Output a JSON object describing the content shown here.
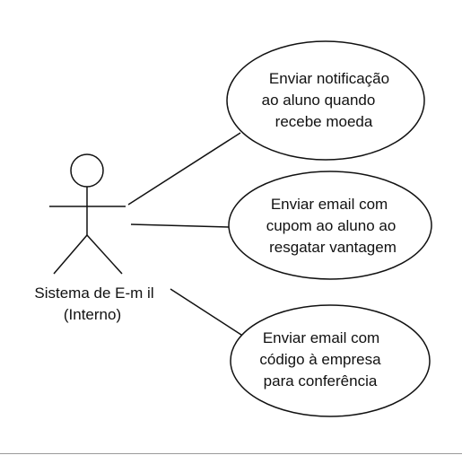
{
  "actor": {
    "name_lines": [
      "Sistema de E-m il",
      "(Interno)"
    ]
  },
  "use_cases": [
    {
      "lines": [
        "Enviar notificação",
        "ao aluno quando",
        "recebe moeda"
      ]
    },
    {
      "lines": [
        "Enviar email com",
        "cupom ao aluno ao",
        "resgatar vantagem"
      ]
    },
    {
      "lines": [
        "Enviar email com",
        "código à empresa",
        "para conferência"
      ]
    }
  ],
  "colors": {
    "stroke": "#111111",
    "text": "#111111",
    "background": "#ffffff"
  }
}
